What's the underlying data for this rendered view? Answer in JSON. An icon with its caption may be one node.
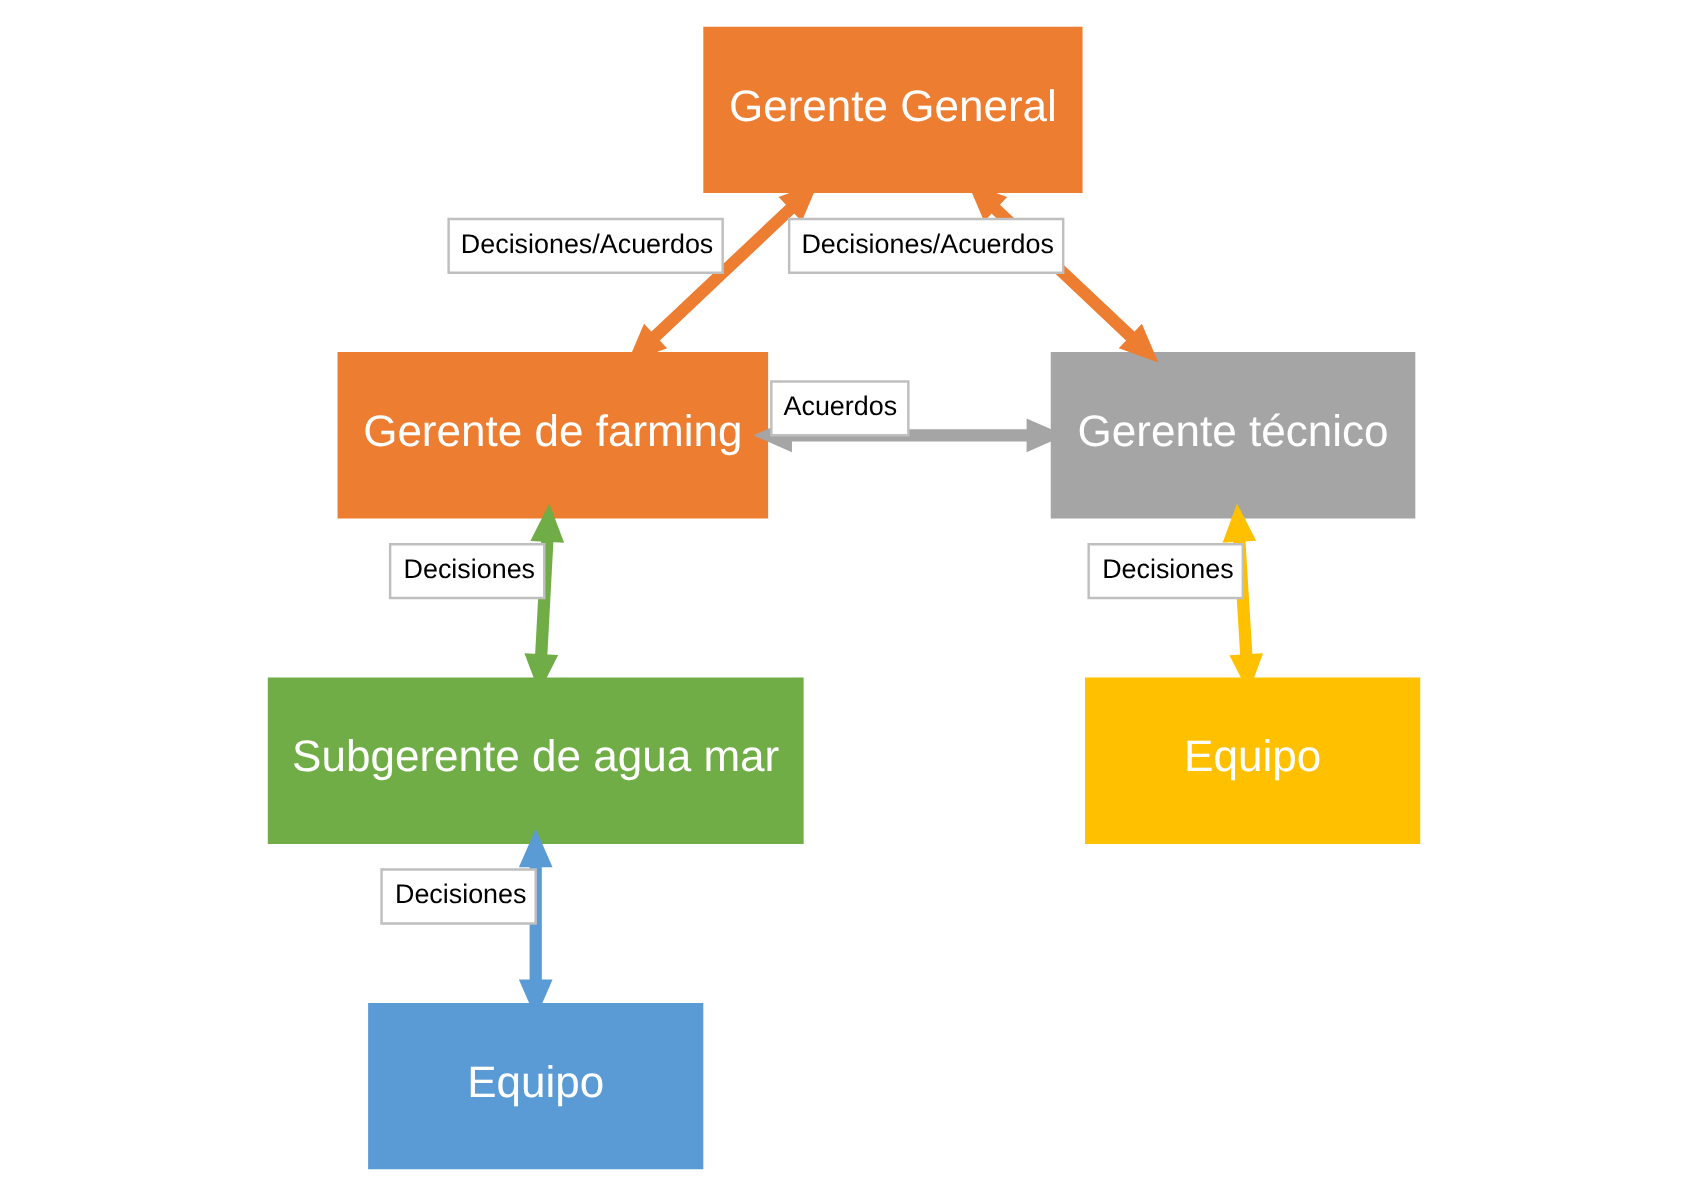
{
  "diagram": {
    "nodes": [
      {
        "text": [
          "Gerente General"
        ]
      },
      {
        "text": [
          "Gerente de farming"
        ]
      },
      {
        "text": [
          "Gerente técnico"
        ]
      },
      {
        "text": [
          "Subgerente de agua mar"
        ]
      },
      {
        "text": [
          "Equipo"
        ]
      },
      {
        "text": [
          "Equipo"
        ]
      }
    ],
    "edges": [
      {
        "from": 0,
        "to": 1,
        "arrow": "both",
        "label": "Decisiones/Acuerdos",
        "color": "#ed7d31"
      },
      {
        "from": 0,
        "to": 2,
        "arrow": "both",
        "label": "Decisiones/Acuerdos",
        "color": "#ed7d31"
      },
      {
        "from": 1,
        "to": 2,
        "arrow": "both",
        "label": "Acuerdos",
        "color": "#a5a5a5"
      },
      {
        "from": 1,
        "to": 3,
        "arrow": "both",
        "label": "Decisiones",
        "color": "#70ad47"
      },
      {
        "from": 3,
        "to": 4,
        "arrow": "both",
        "label": "Decisiones",
        "color": "#5b9bd5"
      },
      {
        "from": 2,
        "to": 5,
        "arrow": "both",
        "label": "Decisiones",
        "color": "#ffc000"
      }
    ]
  }
}
